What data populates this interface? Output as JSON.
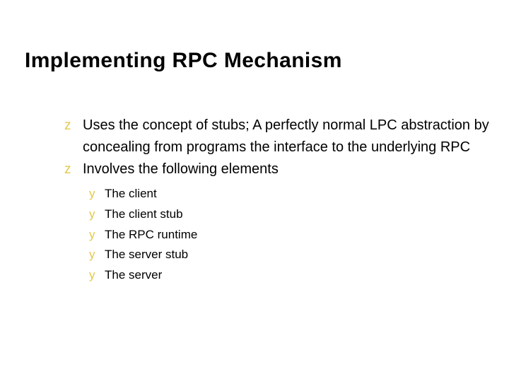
{
  "slide": {
    "title": "Implementing RPC Mechanism",
    "background_color": "#ffffff",
    "title_color": "#000000",
    "bullet_marker_color": "#e3c84b",
    "body_text_color": "#000000",
    "bullets": [
      {
        "marker": "z",
        "text": "Uses the concept of stubs; A perfectly normal LPC abstraction by concealing from programs the interface to the underlying RPC"
      },
      {
        "marker": "z",
        "text": "Involves the following elements"
      }
    ],
    "sub_bullets": [
      {
        "marker": "y",
        "text": "The client"
      },
      {
        "marker": "y",
        "text": "The client stub"
      },
      {
        "marker": "y",
        "text": "The RPC runtime"
      },
      {
        "marker": "y",
        "text": "The server stub"
      },
      {
        "marker": "y",
        "text": "The server"
      }
    ]
  }
}
